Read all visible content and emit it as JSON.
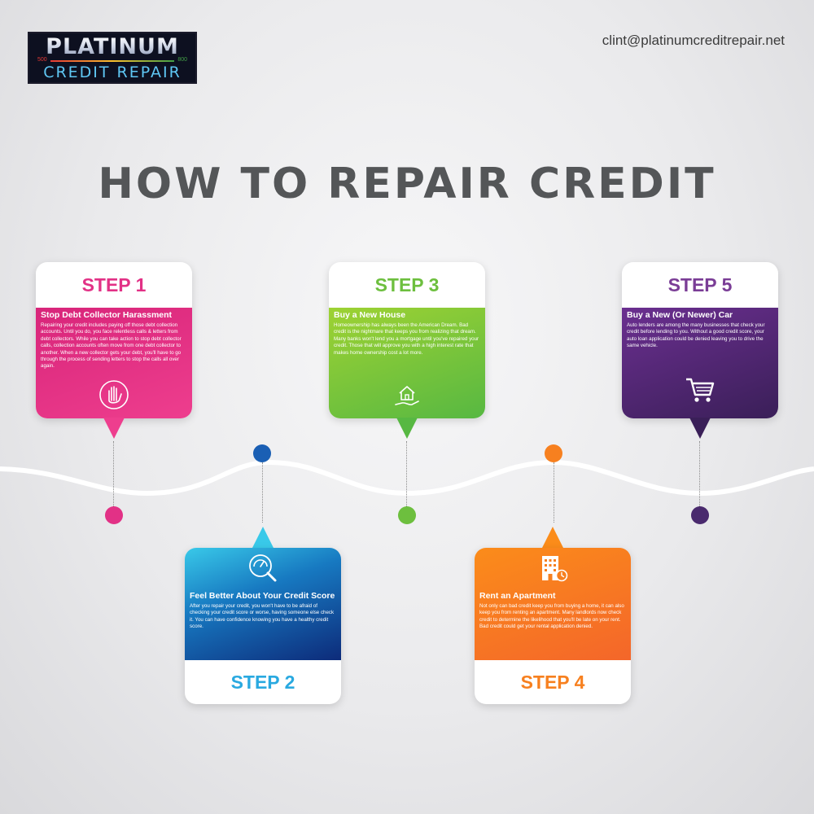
{
  "brand": {
    "logo_top": "PLATINUM",
    "logo_low": "500",
    "logo_high": "800",
    "logo_bottom": "CREDIT REPAIR",
    "email": "clint@platinumcreditrepair.net"
  },
  "title": "HOW TO REPAIR CREDIT",
  "colors": {
    "step1": "#e23186",
    "step2": "#29a9e0",
    "step3": "#6dbf3e",
    "step4": "#f7801f",
    "step5": "#7a3d96"
  },
  "steps": [
    {
      "label": "STEP 1",
      "heading": "Stop Debt Collector Harassment",
      "text": "Repairing your credit includes paying off those debt collection accounts. Until you do, you face relentless calls & letters from debt collectors. While you can take action to stop debt collector calls, collection accounts often move from one debt collector to another. When a new collector gets your debt, you'll have to go through the process of sending letters to stop the calls all over again.",
      "icon": "stop-hand-icon"
    },
    {
      "label": "STEP 2",
      "heading": "Feel Better About Your Credit Score",
      "text": "After you repair your credit, you won't have to be afraid of checking your credit score or worse, having someone else check it. You can have confidence knowing you have a healthy credit score.",
      "icon": "score-magnifier-icon"
    },
    {
      "label": "STEP 3",
      "heading": "Buy a New House",
      "text": "Homeownership has always been the American Dream. Bad credit is the nightmare that keeps you from realizing that dream. Many banks won't lend you a mortgage until you've repaired your credit. Those that will approve you with a high interest rate that makes home ownership cost a lot more.",
      "icon": "house-in-hand-icon"
    },
    {
      "label": "STEP 4",
      "heading": "Rent an Apartment",
      "text": "Not only can bad credit keep you from buying a home, it can also keep you from renting an apartment. Many landlords now check credit to determine the likelihood that you'll be late on your rent. Bad credit could get your rental application denied.",
      "icon": "apartment-building-icon"
    },
    {
      "label": "STEP 5",
      "heading": "Buy a New (Or Newer) Car",
      "text": "Auto lenders are among the many businesses that check your credit before lending to you. Without a good credit score, your auto loan application could be denied leaving you to drive the same vehicle.",
      "icon": "shopping-cart-icon"
    }
  ]
}
